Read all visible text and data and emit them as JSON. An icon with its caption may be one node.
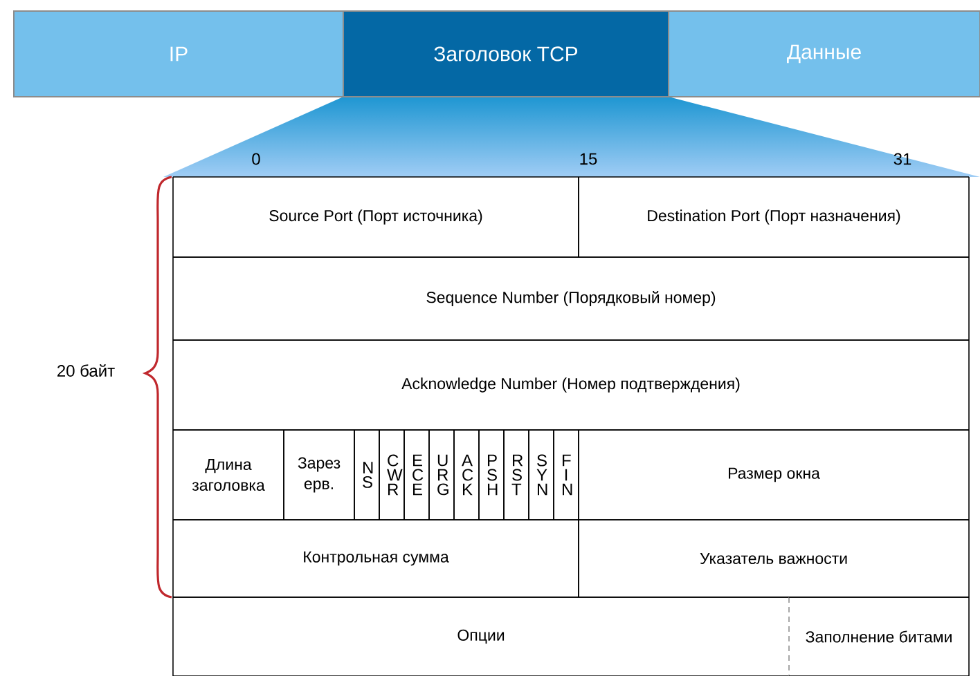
{
  "diagram": {
    "nodes": [
      {
        "text": [
          "IP"
        ]
      },
      {
        "text": [
          "Заголовок TCP"
        ]
      },
      {
        "text": [
          "Данные"
        ]
      },
      {
        "text": [
          "Source Port (Порт источника)"
        ]
      },
      {
        "text": [
          "Destination Port (Порт назначения)"
        ]
      },
      {
        "text": [
          "Sequence Number (Порядковый номер)"
        ]
      },
      {
        "text": [
          "Acknowledge Number (Номер подтверждения)"
        ]
      },
      {
        "text": [
          "Длина заголовка"
        ]
      },
      {
        "text": [
          "Зарез ерв."
        ]
      },
      {
        "text": [
          "N S"
        ]
      },
      {
        "text": [
          "C W R"
        ]
      },
      {
        "text": [
          "E C E"
        ]
      },
      {
        "text": [
          "U R G"
        ]
      },
      {
        "text": [
          "A C K"
        ]
      },
      {
        "text": [
          "P S H"
        ]
      },
      {
        "text": [
          "R S T"
        ]
      },
      {
        "text": [
          "S Y N"
        ]
      },
      {
        "text": [
          "F I N"
        ]
      },
      {
        "text": [
          "Размер окна"
        ]
      },
      {
        "text": [
          "Контрольная сумма"
        ]
      },
      {
        "text": [
          "Указатель важности"
        ]
      },
      {
        "text": [
          "Опции"
        ]
      },
      {
        "text": [
          "Заполнение битами"
        ]
      }
    ],
    "labels": [
      "0",
      "15",
      "31",
      "20 байт"
    ]
  }
}
